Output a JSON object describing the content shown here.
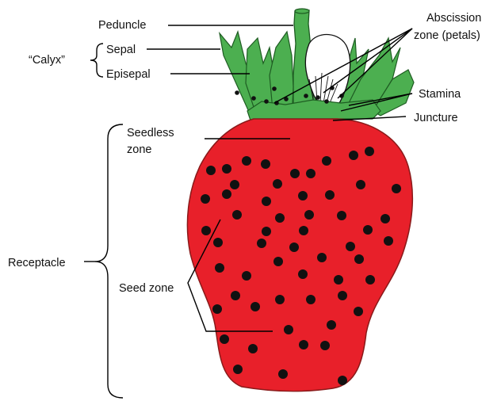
{
  "labels": {
    "peduncle": "Peduncle",
    "abscission_line1": "Abscission",
    "abscission_line2": "zone (petals)",
    "calyx": "“Calyx”",
    "sepal": "Sepal",
    "episepal": "Episepal",
    "stamina": "Stamina",
    "juncture": "Juncture",
    "seedless_line1": "Seedless",
    "seedless_line2": "zone",
    "receptacle": "Receptacle",
    "seed_zone": "Seed zone"
  },
  "colors": {
    "receptacle": "#e8202a",
    "calyx": "#4caf50",
    "calyx_dark": "#2f8a36",
    "seed": "#111111",
    "petal": "#ffffff",
    "line": "#000000"
  }
}
